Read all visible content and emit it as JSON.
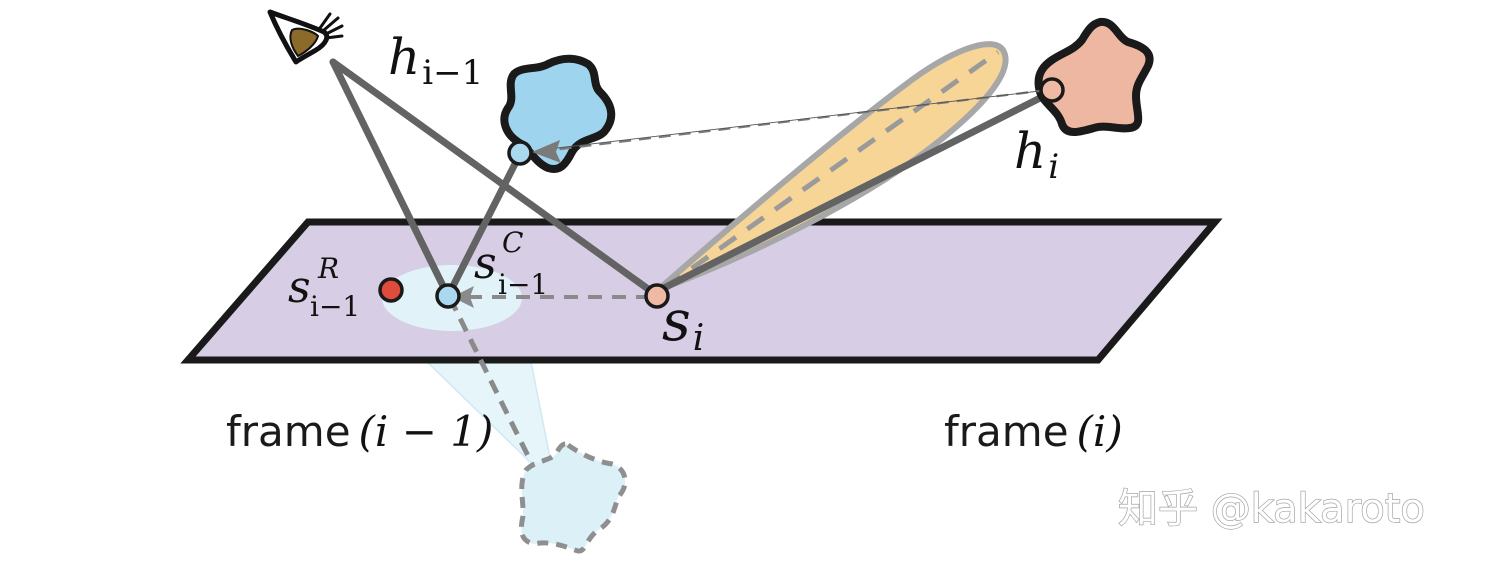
{
  "labels": {
    "h_prev": {
      "base": "h",
      "sub": "i−1"
    },
    "h_curr": {
      "base": "h",
      "sub": "i"
    },
    "s_prev_R": {
      "base": "s",
      "sup": "R",
      "sub": "i−1"
    },
    "s_prev_C": {
      "base": "s",
      "sup": "C",
      "sub": "i−1"
    },
    "s_curr": {
      "base": "s",
      "sub": "i"
    }
  },
  "captions": {
    "frame_prev": {
      "word": "frame",
      "arg": "(i − 1)"
    },
    "frame_curr": {
      "word": "frame",
      "arg": "(i)"
    }
  },
  "watermark": "知乎 @kakaroto",
  "colors": {
    "frame_plane": "#d7cde4",
    "outline": "#1a1a1a",
    "ray": "#636363",
    "star_prev": "#9fd4ee",
    "star_curr": "#eeb7a2",
    "star_ghost": "#dff0f7",
    "lobe_fill": "#f6d596",
    "lobe_stroke": "#a7a7a7",
    "dot_R": "#de4c3c",
    "dot_C": "#a9d8ef",
    "dot_s": "#f0b9a3",
    "cone_fill": "#e4f4fa"
  },
  "icons": {
    "eye": "eye-icon"
  }
}
